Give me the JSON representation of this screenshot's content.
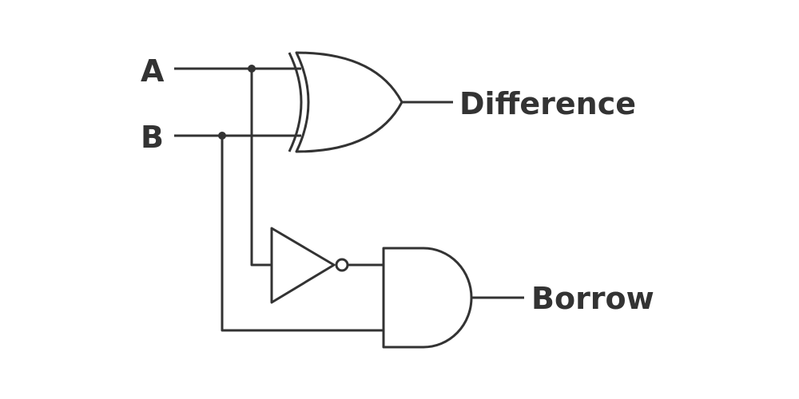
{
  "inputs": {
    "a": "A",
    "b": "B"
  },
  "outputs": {
    "difference": "Difference",
    "borrow": "Borrow"
  },
  "gates": [
    "XOR",
    "NOT",
    "AND"
  ],
  "colors": {
    "stroke": "#333333",
    "background": "#ffffff"
  }
}
